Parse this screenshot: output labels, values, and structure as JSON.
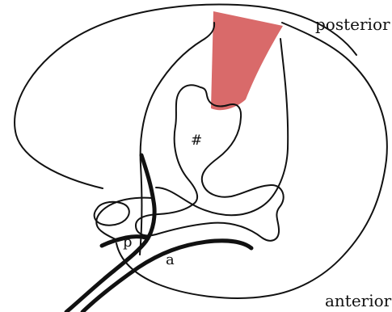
{
  "labels": {
    "posterior": "posterior",
    "anterior": "anterior",
    "hash": "#",
    "p": "p",
    "a": "a"
  },
  "colors": {
    "highlight": "#d96a6a",
    "line": "#111111",
    "background": "#ffffff"
  }
}
